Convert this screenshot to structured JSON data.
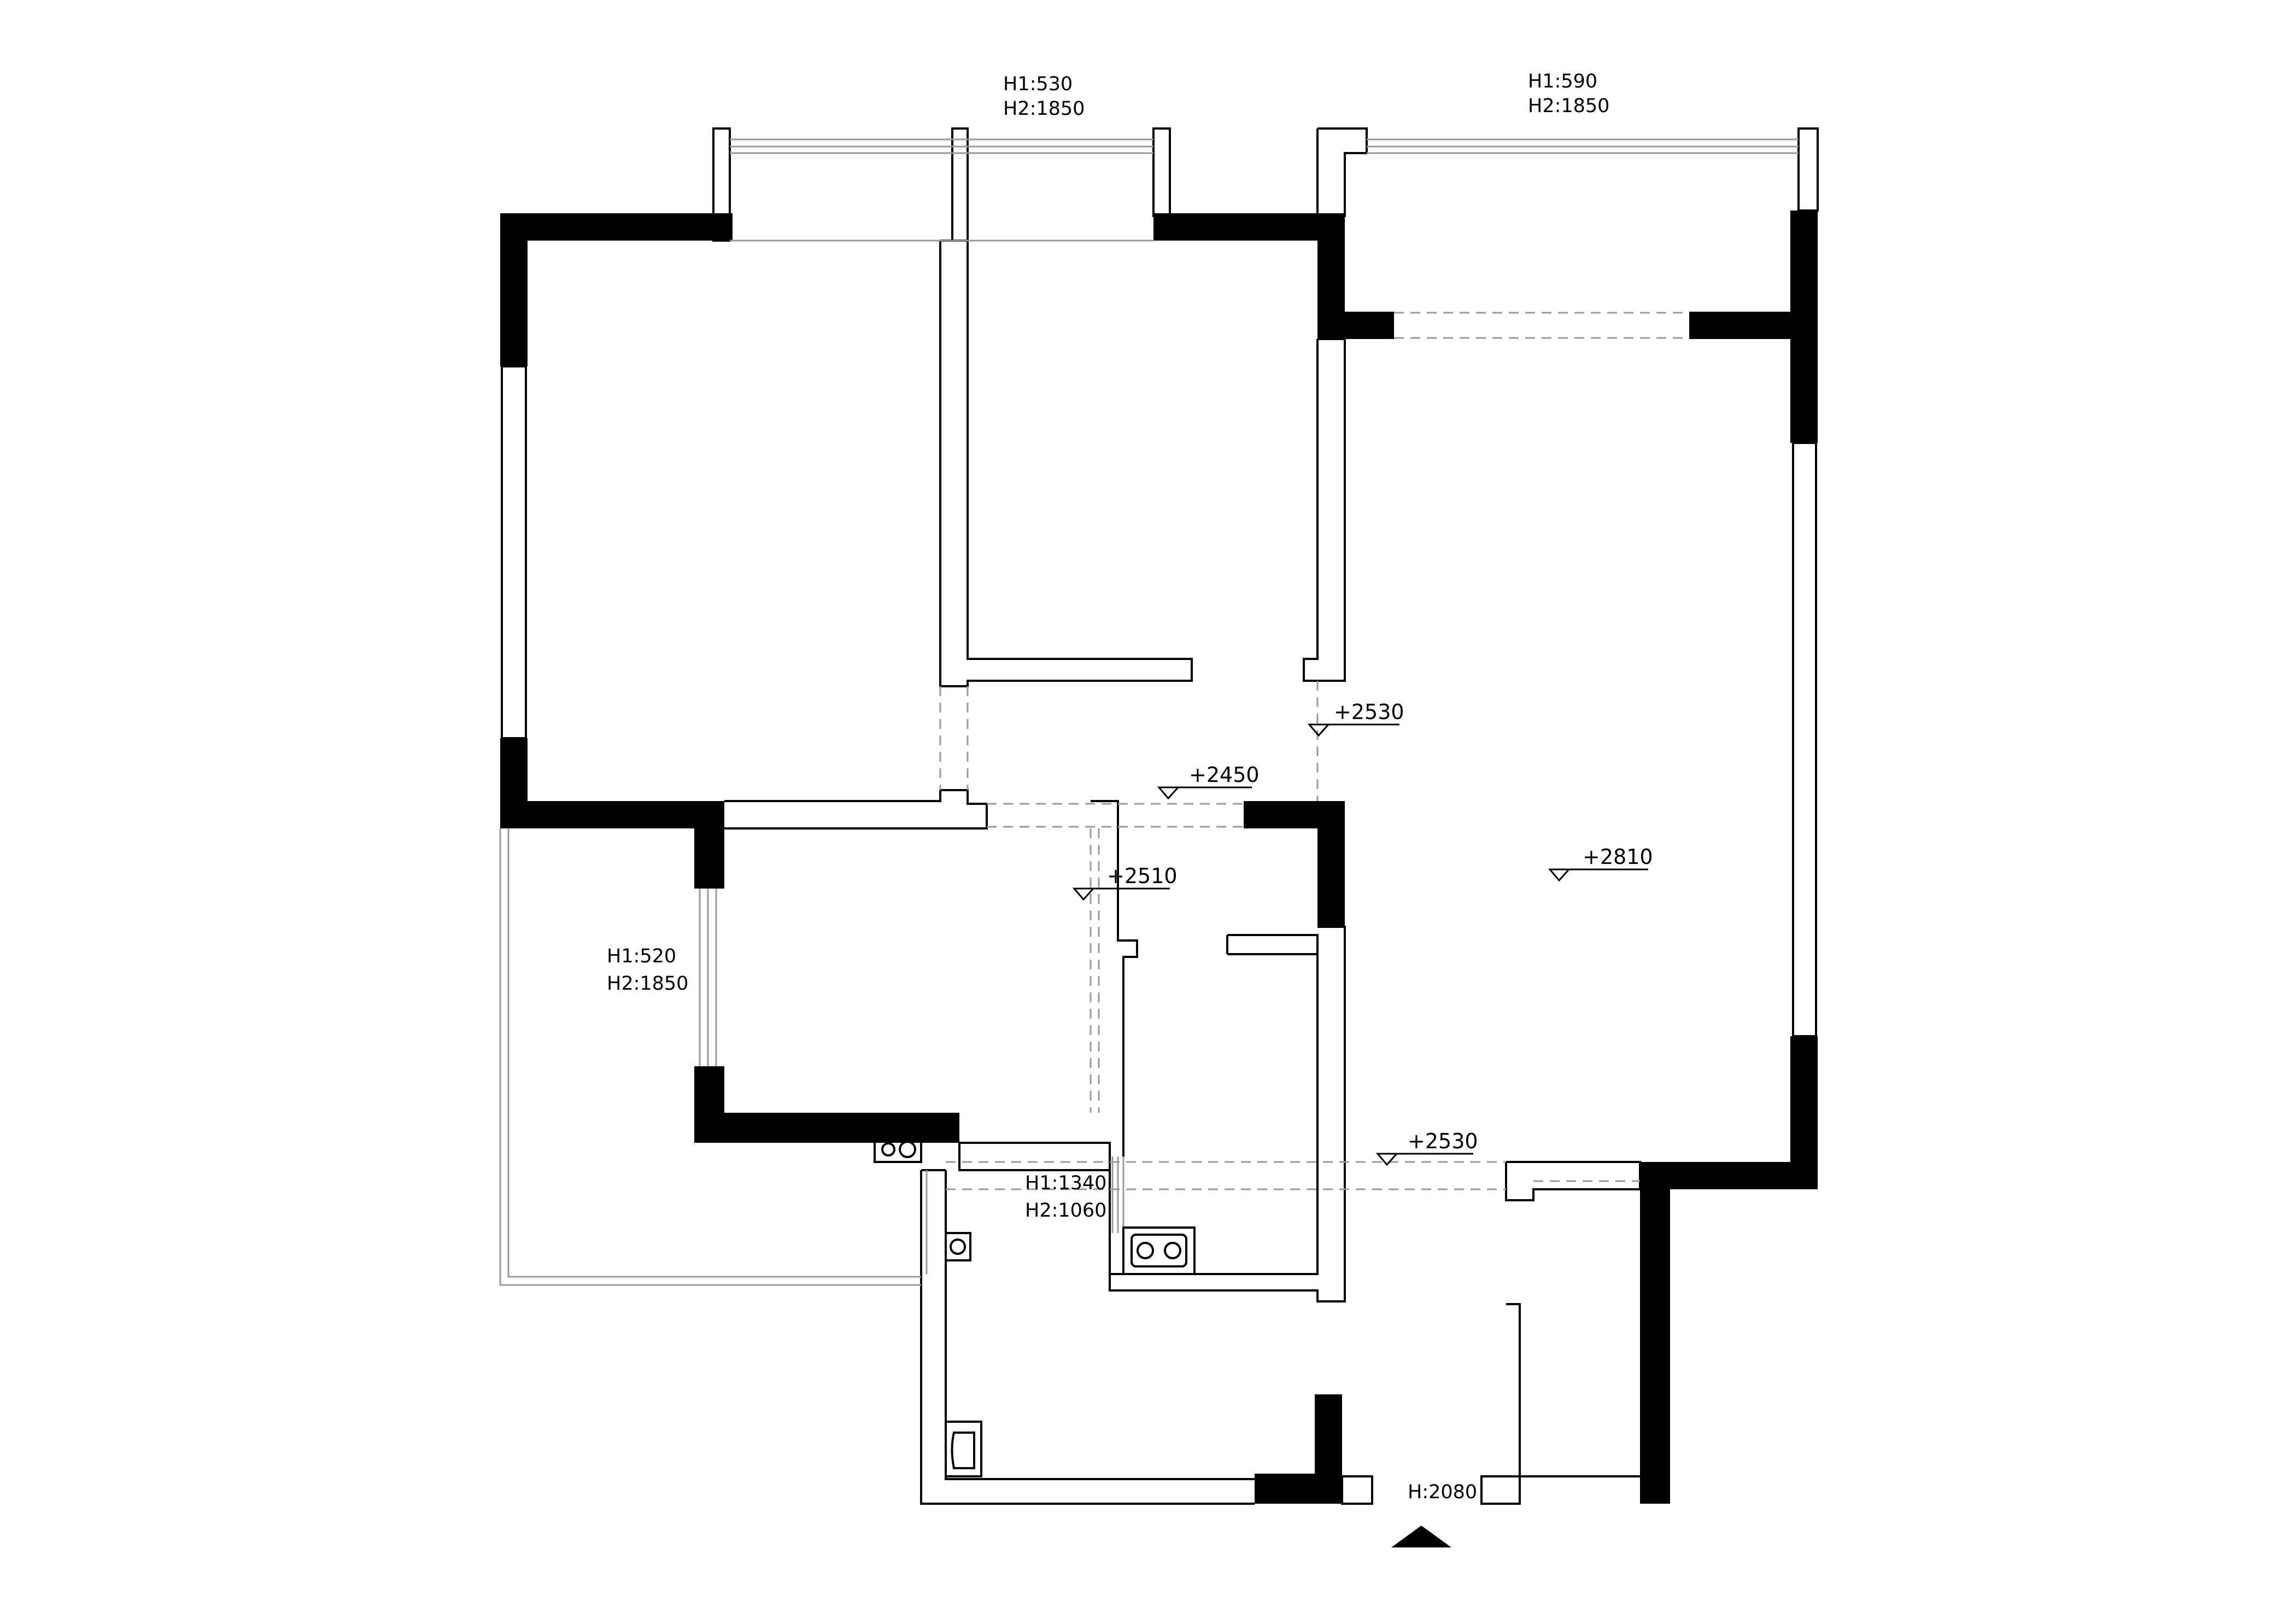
{
  "colors": {
    "wall_solid": "#000000",
    "wall_outline": "#000000",
    "background": "#ffffff",
    "balcony_line": "#9a9a9a",
    "dashed_line": "#9a9a9a"
  },
  "window_labels": {
    "top_left": {
      "h1": "H1:530",
      "h2": "H2:1850"
    },
    "top_right": {
      "h1": "H1:590",
      "h2": "H2:1850"
    },
    "left": {
      "h1": "H1:520",
      "h2": "H2:1850"
    },
    "kitchen": {
      "h1": "H1:1340",
      "h2": "H2:1060"
    }
  },
  "door_label": "H:2080",
  "levels": {
    "hall_upper": "+2530",
    "corridor": "+2450",
    "kitchen": "+2510",
    "living": "+2810",
    "entry": "+2530"
  },
  "fixtures": {
    "stove_icon": "cooktop",
    "sink_icon": "washbasin",
    "drain_icon": "floor-drain",
    "toilet_icon": "toilet"
  },
  "entrance_marker": "triangle-up"
}
